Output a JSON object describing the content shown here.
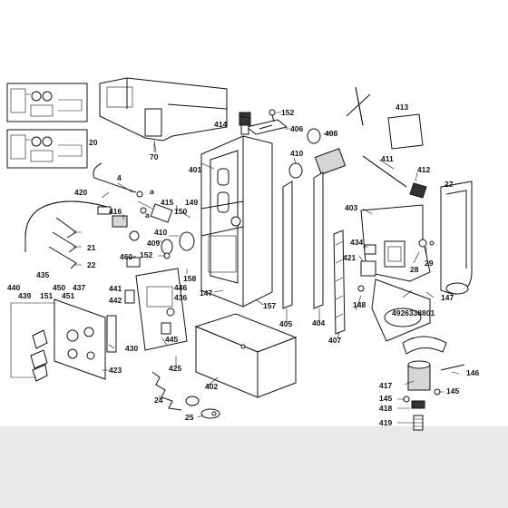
{
  "labels": [
    {
      "id": "414",
      "text": "414"
    },
    {
      "id": "152a",
      "text": "152"
    },
    {
      "id": "406",
      "text": "406"
    },
    {
      "id": "408",
      "text": "408"
    },
    {
      "id": "413",
      "text": "413"
    },
    {
      "id": "70",
      "text": "70"
    },
    {
      "id": "20",
      "text": "20"
    },
    {
      "id": "401",
      "text": "401"
    },
    {
      "id": "410a",
      "text": "410"
    },
    {
      "id": "411",
      "text": "411"
    },
    {
      "id": "412",
      "text": "412"
    },
    {
      "id": "4",
      "text": "4"
    },
    {
      "id": "a1",
      "text": "a"
    },
    {
      "id": "a2",
      "text": "a"
    },
    {
      "id": "420",
      "text": "420"
    },
    {
      "id": "415",
      "text": "415"
    },
    {
      "id": "149",
      "text": "149"
    },
    {
      "id": "150",
      "text": "150"
    },
    {
      "id": "416",
      "text": "416"
    },
    {
      "id": "403",
      "text": "403"
    },
    {
      "id": "27",
      "text": "27"
    },
    {
      "id": "410b",
      "text": "410"
    },
    {
      "id": "409",
      "text": "409"
    },
    {
      "id": "152b",
      "text": "152"
    },
    {
      "id": "21",
      "text": "21"
    },
    {
      "id": "22",
      "text": "22"
    },
    {
      "id": "434",
      "text": "434"
    },
    {
      "id": "421",
      "text": "421"
    },
    {
      "id": "29",
      "text": "29"
    },
    {
      "id": "28",
      "text": "28"
    },
    {
      "id": "460",
      "text": "460"
    },
    {
      "id": "435",
      "text": "435"
    },
    {
      "id": "450",
      "text": "450"
    },
    {
      "id": "437",
      "text": "437"
    },
    {
      "id": "440",
      "text": "440"
    },
    {
      "id": "439",
      "text": "439"
    },
    {
      "id": "151",
      "text": "151"
    },
    {
      "id": "451",
      "text": "451"
    },
    {
      "id": "441",
      "text": "441"
    },
    {
      "id": "158",
      "text": "158"
    },
    {
      "id": "446",
      "text": "446"
    },
    {
      "id": "436",
      "text": "436"
    },
    {
      "id": "442",
      "text": "442"
    },
    {
      "id": "147a",
      "text": "147"
    },
    {
      "id": "157",
      "text": "157"
    },
    {
      "id": "147b",
      "text": "147"
    },
    {
      "id": "148",
      "text": "148"
    },
    {
      "id": "4926338801",
      "text": "4926338801"
    },
    {
      "id": "405",
      "text": "405"
    },
    {
      "id": "404",
      "text": "404"
    },
    {
      "id": "407",
      "text": "407"
    },
    {
      "id": "445",
      "text": "445"
    },
    {
      "id": "430",
      "text": "430"
    },
    {
      "id": "423",
      "text": "423"
    },
    {
      "id": "425",
      "text": "425"
    },
    {
      "id": "146",
      "text": "146"
    },
    {
      "id": "417",
      "text": "417"
    },
    {
      "id": "145a",
      "text": "145"
    },
    {
      "id": "145b",
      "text": "145"
    },
    {
      "id": "418",
      "text": "418"
    },
    {
      "id": "419",
      "text": "419"
    },
    {
      "id": "24",
      "text": "24"
    },
    {
      "id": "402",
      "text": "402"
    },
    {
      "id": "25",
      "text": "25"
    }
  ]
}
